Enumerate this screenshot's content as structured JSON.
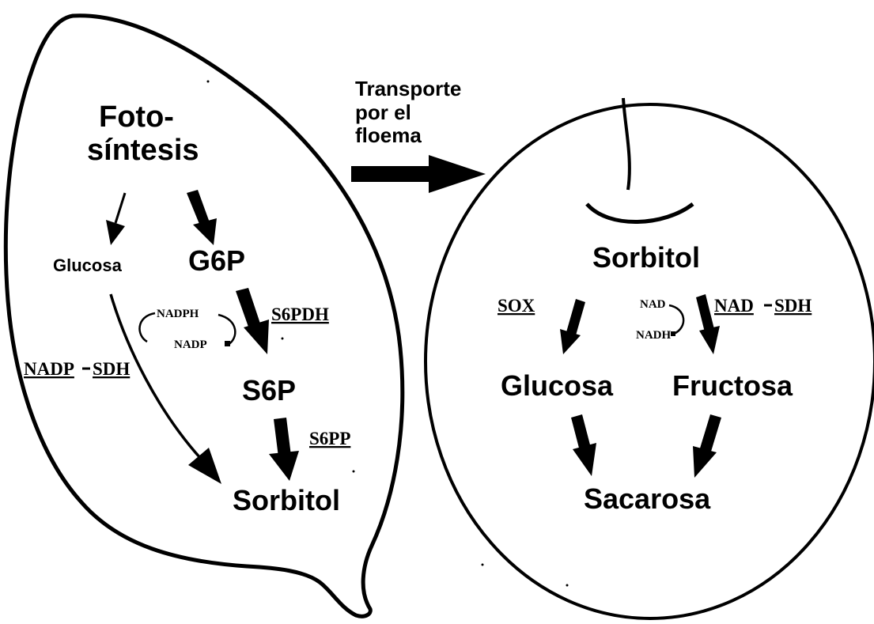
{
  "leaf": {
    "foto_line1": "Foto-",
    "foto_line2": "síntesis",
    "glucosa": "Glucosa",
    "g6p": "G6P",
    "nadph": "NADPH",
    "nadp": "NADP",
    "s6pdh": "S6PDH",
    "nadp_sdh_a": "NADP",
    "nadp_sdh_b": "SDH",
    "s6p": "S6P",
    "s6pp": "S6PP",
    "sorbitol": "Sorbitol"
  },
  "transport": {
    "line1": "Transporte",
    "line2": "por el",
    "line3": "floema"
  },
  "sink": {
    "sorbitol": "Sorbitol",
    "sox": "SOX",
    "nad": "NAD",
    "nadh": "NADH",
    "nad_sdh_a": "NAD",
    "nad_sdh_b": "SDH",
    "glucosa": "Glucosa",
    "fructosa": "Fructosa",
    "sacarosa": "Sacarosa"
  }
}
